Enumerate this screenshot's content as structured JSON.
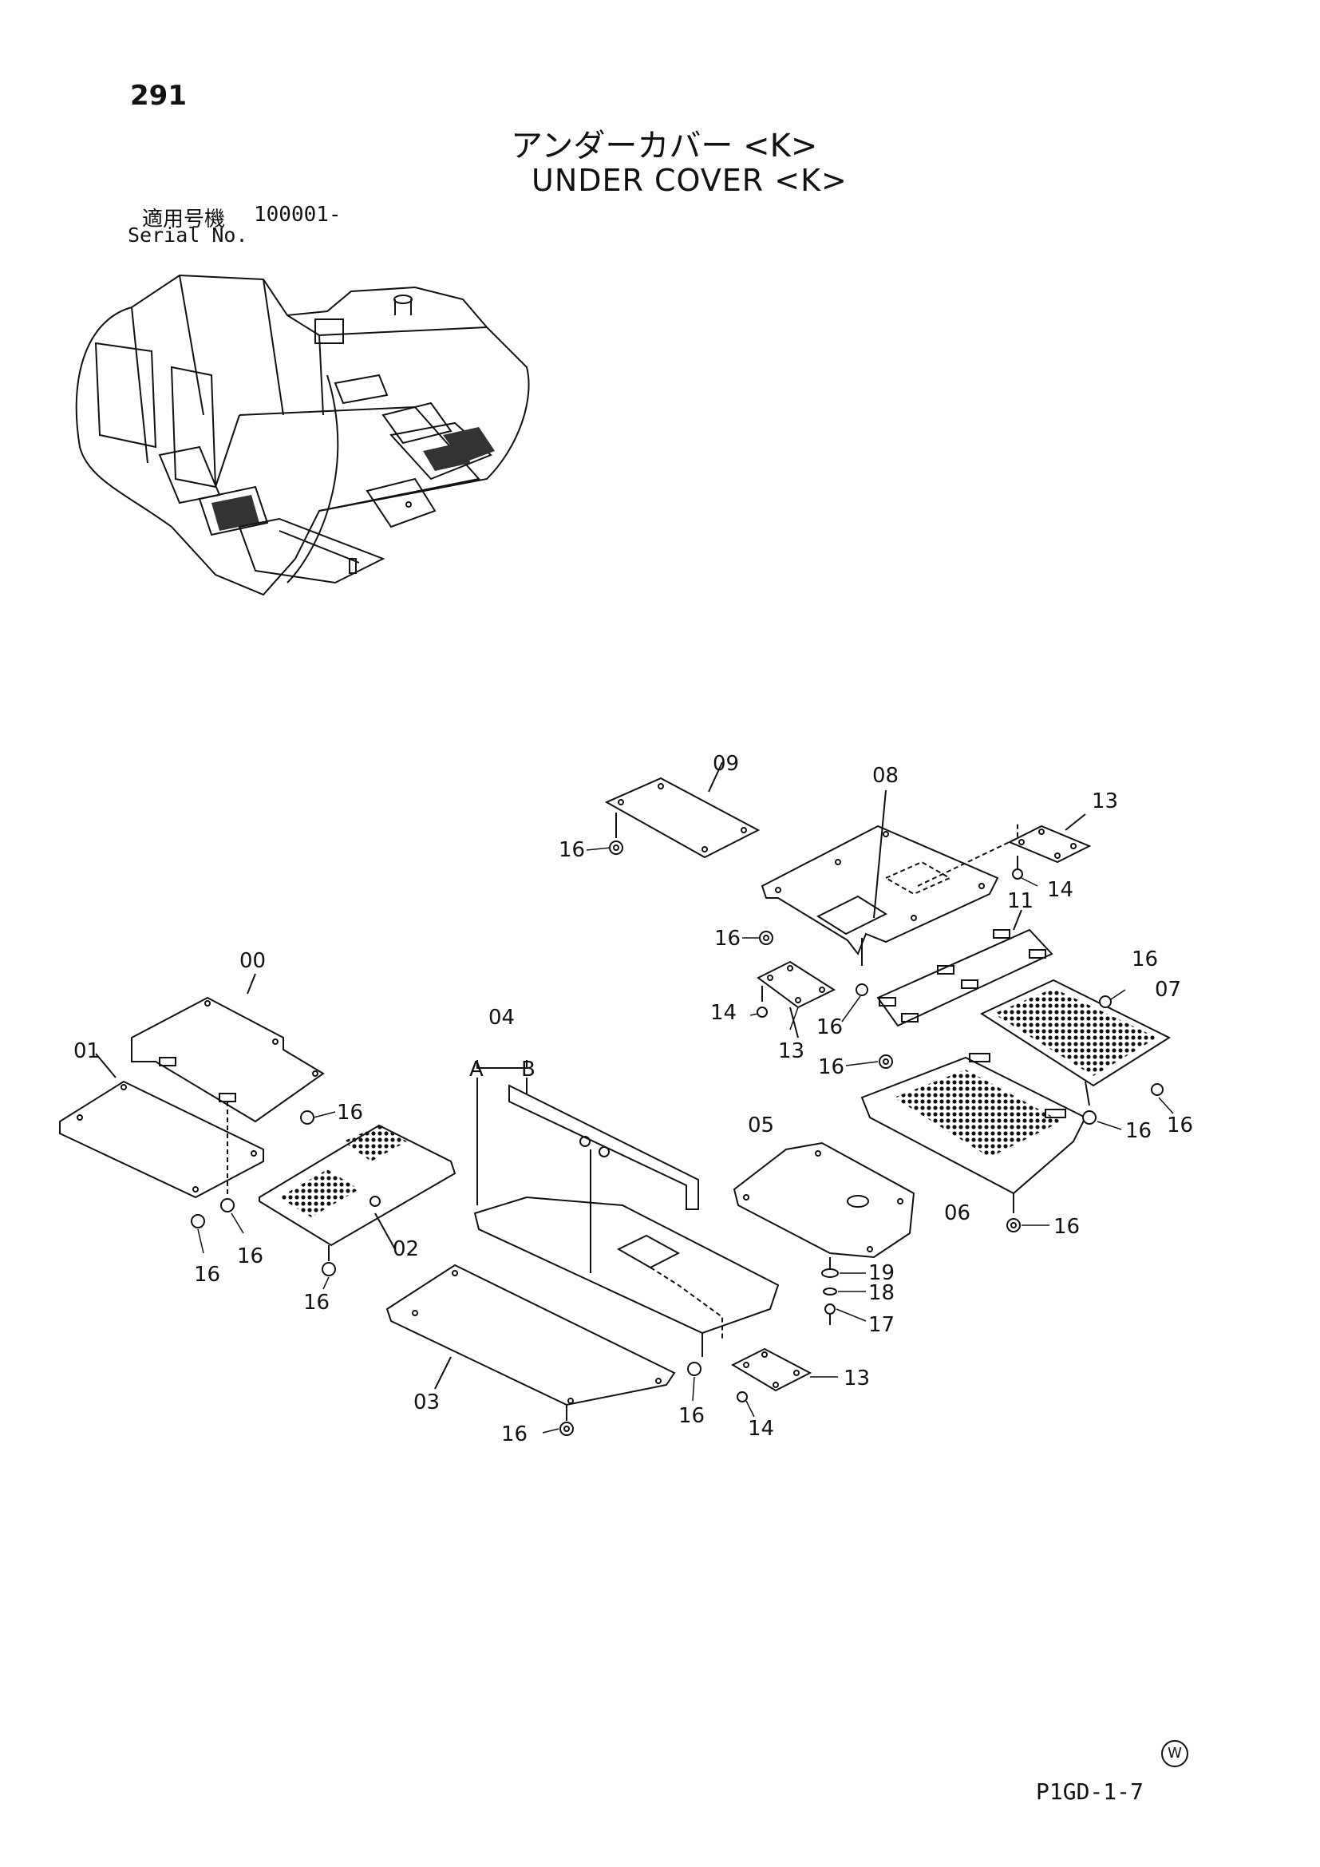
{
  "page": {
    "number": "291",
    "title_jp": "アンダーカバー <K>",
    "title_en": "UNDER COVER <K>",
    "serial_label_jp": "適用号機",
    "serial_value": "100001-",
    "serial_label_en": "Serial No.",
    "drawing_code": "P1GD-1-7",
    "mark": "W"
  },
  "callouts": {
    "c00": "00",
    "c01": "01",
    "c02": "02",
    "c03": "03",
    "c04": "04",
    "c04a": "A",
    "c04b": "B",
    "c05": "05",
    "c06": "06",
    "c07": "07",
    "c08": "08",
    "c09": "09",
    "c11": "11",
    "c13a": "13",
    "c13b": "13",
    "c13c": "13",
    "c14a": "14",
    "c14b": "14",
    "c14c": "14",
    "c16_09": "16",
    "c16_08": "16",
    "c16_07": "16",
    "c16_11": "16",
    "c16_11b": "16",
    "c16_06a": "16",
    "c16_06b": "16",
    "c16_06c": "16",
    "c16_00": "16",
    "c16_01": "16",
    "c16_01b": "16",
    "c16_02": "16",
    "c16_03": "16",
    "c16_04": "16",
    "c17": "17",
    "c18": "18",
    "c19": "19"
  }
}
